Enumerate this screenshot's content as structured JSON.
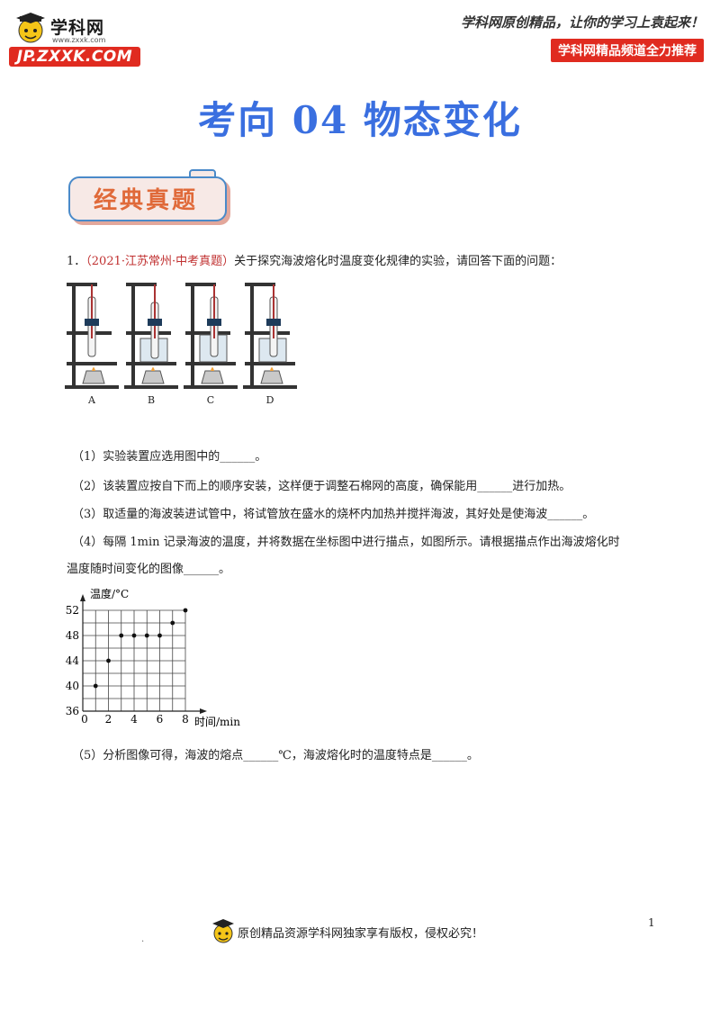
{
  "header": {
    "logo_name": "学科网",
    "logo_url_text": "www.zxxk.com",
    "logo_bar": "JP.ZXXK.COM",
    "slogan": "学科网原创精品，让你的学习上袁起来！",
    "channel": "学科网精品频道全力推荐"
  },
  "title": "考向 04 物态变化",
  "badge": "经典真题",
  "question": {
    "number": "1．",
    "source": "（2021·江苏常州·中考真题）",
    "stem": "关于探究海波熔化时温度变化规律的实验，请回答下面的问题：",
    "apparatus_labels": [
      "A",
      "B",
      "C",
      "D"
    ],
    "sub1": "（1）实验装置应选用图中的______。",
    "sub2": "（2）该装置应按自下而上的顺序安装，这样便于调整石棉网的高度，确保能用______进行加热。",
    "sub3": "（3）取适量的海波装进试管中，将试管放在盛水的烧杯内加热并搅拌海波，其好处是使海波______。",
    "sub4a": "（4）每隔 1min 记录海波的温度，并将数据在坐标图中进行描点，如图所示。请根据描点作出海波熔化时",
    "sub4b": "温度随时间变化的图像______。",
    "sub5": "（5）分析图像可得，海波的熔点______℃，海波熔化时的温度特点是______。"
  },
  "chart_data": {
    "type": "scatter",
    "xlabel": "时间/min",
    "ylabel": "温度/°C",
    "x_ticks": [
      "0",
      "2",
      "4",
      "6",
      "8"
    ],
    "y_ticks": [
      "36",
      "40",
      "44",
      "48",
      "52"
    ],
    "xlim": [
      0,
      8
    ],
    "ylim": [
      36,
      52
    ],
    "grid": true,
    "points": [
      {
        "x": 1,
        "y": 40
      },
      {
        "x": 2,
        "y": 44
      },
      {
        "x": 3,
        "y": 48
      },
      {
        "x": 4,
        "y": 48
      },
      {
        "x": 5,
        "y": 48
      },
      {
        "x": 6,
        "y": 48
      },
      {
        "x": 7,
        "y": 50
      },
      {
        "x": 8,
        "y": 52
      }
    ]
  },
  "footer": {
    "copyright": "原创精品资源学科网独家享有版权，侵权必究！",
    "page_number": "1",
    "dot": "."
  }
}
